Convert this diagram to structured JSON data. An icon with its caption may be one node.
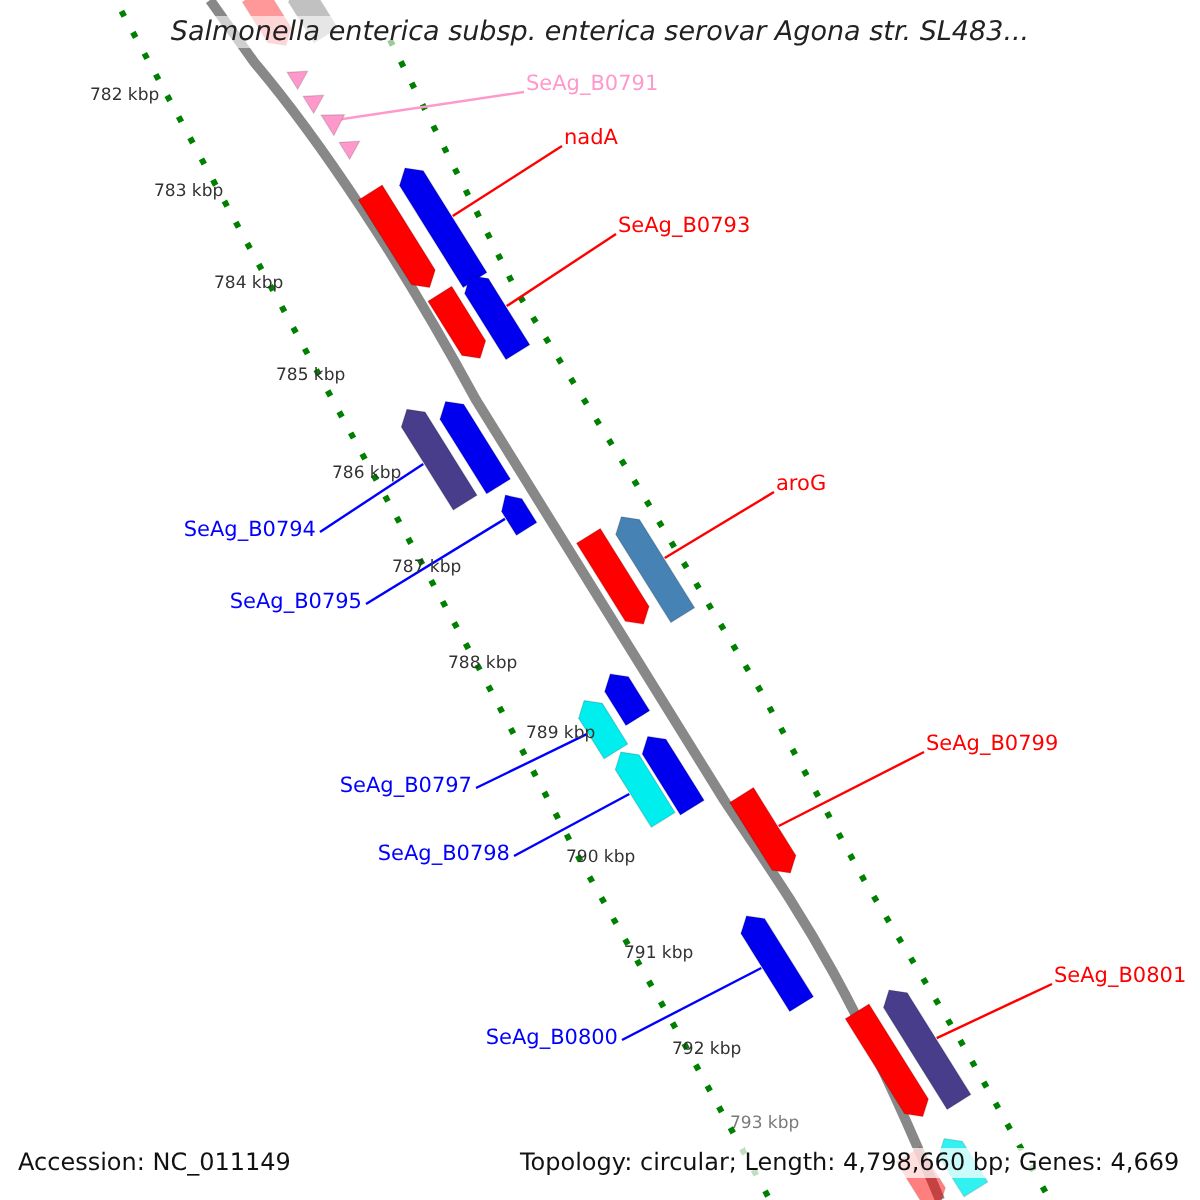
{
  "diagram": {
    "title": "Salmonella enterica subsp. enterica serovar Agona str. SL483...",
    "nodes": [
      {
        "text": [
          "SeAg_B0791"
        ]
      },
      {
        "text": [],
        "shape": "triangle"
      },
      {
        "text": [
          "nadA"
        ]
      },
      {
        "text": [],
        "shape": "bar"
      },
      {
        "text": [
          "SeAg_B0793"
        ]
      },
      {
        "text": [],
        "shape": "bar"
      },
      {
        "text": [
          "SeAg_B0794"
        ]
      },
      {
        "text": [],
        "shape": "bar"
      },
      {
        "text": [
          "SeAg_B0795"
        ]
      },
      {
        "text": [],
        "shape": "bar"
      },
      {
        "text": [
          "aroG"
        ]
      },
      {
        "text": [],
        "shape": "bar"
      },
      {
        "text": [
          "SeAg_B0799"
        ]
      },
      {
        "text": [],
        "shape": "bar"
      },
      {
        "text": [
          "SeAg_B0797"
        ]
      },
      {
        "text": [],
        "shape": "bar"
      },
      {
        "text": [
          "SeAg_B0798"
        ]
      },
      {
        "text": [],
        "shape": "bar"
      },
      {
        "text": [
          "SeAg_B0801"
        ]
      },
      {
        "text": [],
        "shape": "bar"
      },
      {
        "text": [
          "SeAg_B0800"
        ]
      },
      {
        "text": [],
        "shape": "bar"
      },
      {
        "text": [],
        "shape": "triangle"
      },
      {
        "text": [],
        "shape": "triangle"
      },
      {
        "text": [],
        "shape": "triangle"
      },
      {
        "text": [],
        "shape": "bar"
      },
      {
        "text": [],
        "shape": "bar"
      },
      {
        "text": [],
        "shape": "bar"
      },
      {
        "text": [],
        "shape": "bar"
      },
      {
        "text": [],
        "shape": "bar"
      },
      {
        "text": [],
        "shape": "bar"
      },
      {
        "text": [],
        "shape": "bar"
      },
      {
        "text": [],
        "shape": "bar"
      },
      {
        "text": [],
        "shape": "bar"
      },
      {
        "text": [],
        "shape": "bar"
      },
      {
        "text": [],
        "shape": "bar"
      }
    ],
    "edges": [
      {
        "from": 0,
        "to": 1,
        "arrow": "none",
        "color": "#ff99cc"
      },
      {
        "from": 2,
        "to": 3,
        "arrow": "none",
        "color": "#ff0000"
      },
      {
        "from": 4,
        "to": 5,
        "arrow": "none",
        "color": "#ff0000"
      },
      {
        "from": 6,
        "to": 7,
        "arrow": "none",
        "color": "#0000ff"
      },
      {
        "from": 8,
        "to": 9,
        "arrow": "none",
        "color": "#0000ff"
      },
      {
        "from": 10,
        "to": 11,
        "arrow": "none",
        "color": "#ff0000"
      },
      {
        "from": 12,
        "to": 13,
        "arrow": "none",
        "color": "#ff0000"
      },
      {
        "from": 14,
        "to": 15,
        "arrow": "none",
        "color": "#0000ff"
      },
      {
        "from": 16,
        "to": 17,
        "arrow": "none",
        "color": "#0000ff"
      },
      {
        "from": 18,
        "to": 19,
        "arrow": "none",
        "color": "#ff0000"
      },
      {
        "from": 20,
        "to": 21,
        "arrow": "none",
        "color": "#0000ff"
      }
    ],
    "labels": [
      "782 kbp",
      "783 kbp",
      "784 kbp",
      "785 kbp",
      "786 kbp",
      "787 kbp",
      "788 kbp",
      "789 kbp",
      "790 kbp",
      "791 kbp",
      "792 kbp",
      "793 kbp",
      "Accession: NC_011149",
      "Topology: circular; Length: 4,798,660 bp; Genes: 4,669"
    ]
  }
}
